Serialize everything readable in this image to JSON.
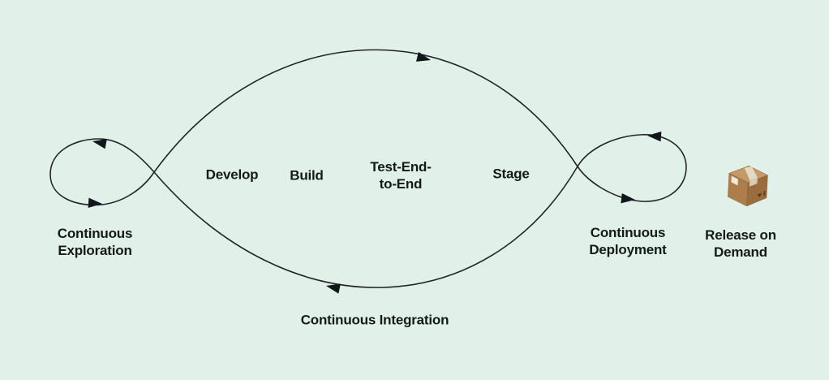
{
  "colors": {
    "background": "#e1f1e9",
    "line": "#202623",
    "arrow": "#10161a",
    "text": "#141b17",
    "box_top": "#c49b68",
    "box_front": "#ad7e4b",
    "box_side": "#9c6d3c",
    "box_tape": "#e2dac5",
    "box_tape_side": "#d5ccb2",
    "box_label": "#efe9d8",
    "box_print": "#5c3f22"
  },
  "diagram": {
    "pipeline_steps": {
      "develop": "Develop",
      "build": "Build",
      "test_end_to_end": "Test-End-\nto-End",
      "stage": "Stage"
    },
    "loops": {
      "continuous_exploration": "Continuous\nExploration",
      "continuous_integration": "Continuous Integration",
      "continuous_deployment": "Continuous\nDeployment"
    },
    "release": {
      "label": "Release on\nDemand",
      "icon": "package-box-icon"
    }
  }
}
